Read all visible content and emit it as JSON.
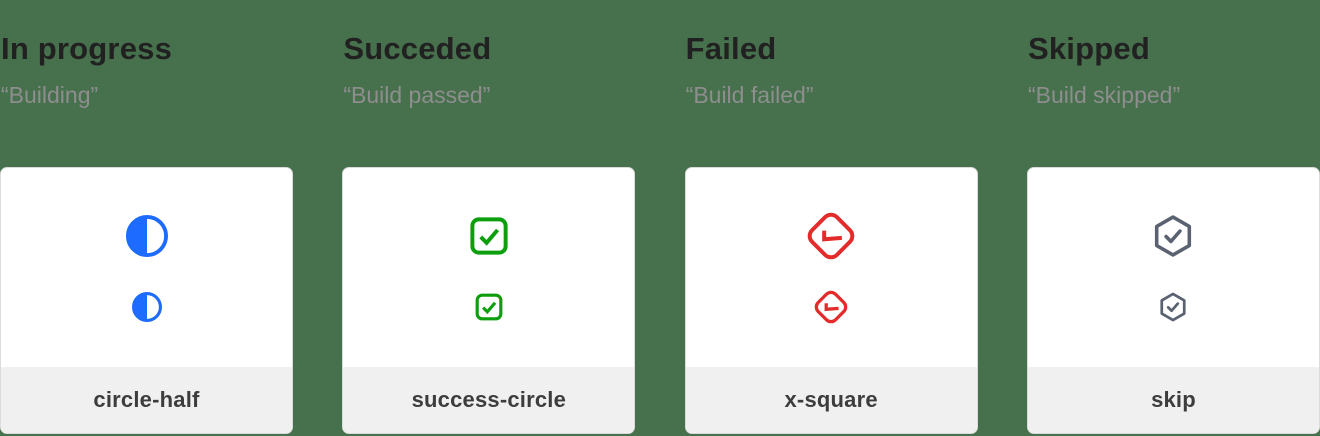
{
  "page": {
    "background_color": "#47704d",
    "card_background": "#ffffff",
    "footer_background": "#f0f0f0"
  },
  "columns": [
    {
      "title": "In progress",
      "quote": "“Building”",
      "icon_name": "circle-half",
      "color": "#1d6bff"
    },
    {
      "title": "Succeded",
      "quote": "“Build passed”",
      "icon_name": "success-circle",
      "color": "#0d9e0d"
    },
    {
      "title": "Failed",
      "quote": "“Build failed”",
      "icon_name": "x-square",
      "color": "#e32b2b"
    },
    {
      "title": "Skipped",
      "quote": "“Build skipped”",
      "icon_name": "skip",
      "color": "#5a6271"
    }
  ]
}
